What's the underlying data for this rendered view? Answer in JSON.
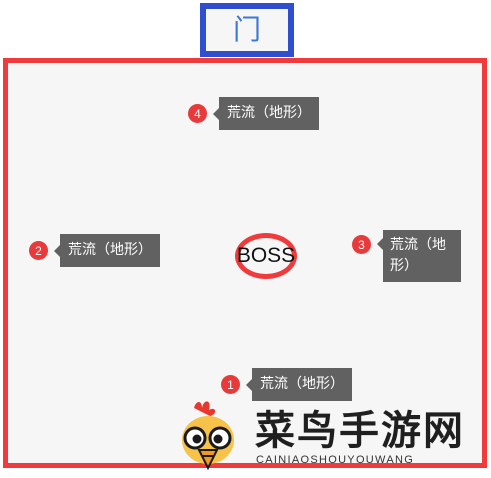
{
  "map": {
    "door_label": "门",
    "boss_label": "BOSS",
    "markers": [
      {
        "number": "1",
        "label": "荒流（地形）"
      },
      {
        "number": "2",
        "label": "荒流（地形）"
      },
      {
        "number": "3",
        "label": "荒流（地形）"
      },
      {
        "number": "4",
        "label": "荒流（地形）"
      }
    ]
  },
  "watermark": {
    "title": "菜鸟手游网",
    "subtitle": "CAINIAOSHOUYOUWANG"
  },
  "colors": {
    "door_border": "#2f4fcf",
    "door_text": "#3a78d8",
    "arena_border": "#ef3b3b",
    "marker_badge": "#e83a3a",
    "tag_background": "#616161"
  }
}
